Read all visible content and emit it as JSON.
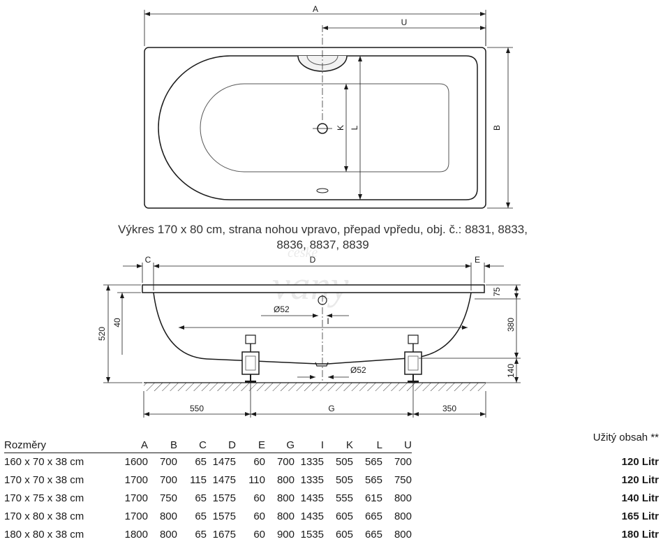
{
  "top_view": {
    "dims": {
      "A": "A",
      "U": "U",
      "B": "B",
      "K": "K",
      "L": "L"
    }
  },
  "caption": {
    "line1": "Výkres 170 x 80 cm, strana nohou vpravo, přepad vpředu, obj. č.: 8831, 8833,",
    "line2": "8836, 8837, 8839"
  },
  "watermark": {
    "line1": "české",
    "line2": "vany"
  },
  "side_view": {
    "dims": {
      "C": "C",
      "D": "D",
      "E": "E",
      "I": "I",
      "G": "G",
      "v520": "520",
      "v40": "40",
      "v75": "75",
      "v380": "380",
      "v140": "140",
      "h550": "550",
      "h350": "350",
      "d52a": "Ø52",
      "d52b": "Ø52"
    }
  },
  "table": {
    "size_header": "Rozměry",
    "volume_header": "Užitý obsah **",
    "columns": [
      "A",
      "B",
      "C",
      "D",
      "E",
      "G",
      "I",
      "K",
      "L",
      "U"
    ],
    "rows": [
      {
        "size": "160 x 70 x 38 cm",
        "values": [
          "1600",
          "700",
          "65",
          "1475",
          "60",
          "700",
          "1335",
          "505",
          "565",
          "700"
        ],
        "volume": "120 Litr"
      },
      {
        "size": "170 x 70 x 38 cm",
        "values": [
          "1700",
          "700",
          "115",
          "1475",
          "110",
          "800",
          "1335",
          "505",
          "565",
          "750"
        ],
        "volume": "120 Litr"
      },
      {
        "size": "170 x 75 x 38 cm",
        "values": [
          "1700",
          "750",
          "65",
          "1575",
          "60",
          "800",
          "1435",
          "555",
          "615",
          "800"
        ],
        "volume": "140 Litr"
      },
      {
        "size": "170 x 80 x 38 cm",
        "values": [
          "1700",
          "800",
          "65",
          "1575",
          "60",
          "800",
          "1435",
          "605",
          "665",
          "800"
        ],
        "volume": "165 Litr"
      },
      {
        "size": "180 x 80 x 38 cm",
        "values": [
          "1800",
          "800",
          "65",
          "1675",
          "60",
          "900",
          "1535",
          "605",
          "665",
          "800"
        ],
        "volume": "180 Litr"
      }
    ]
  }
}
